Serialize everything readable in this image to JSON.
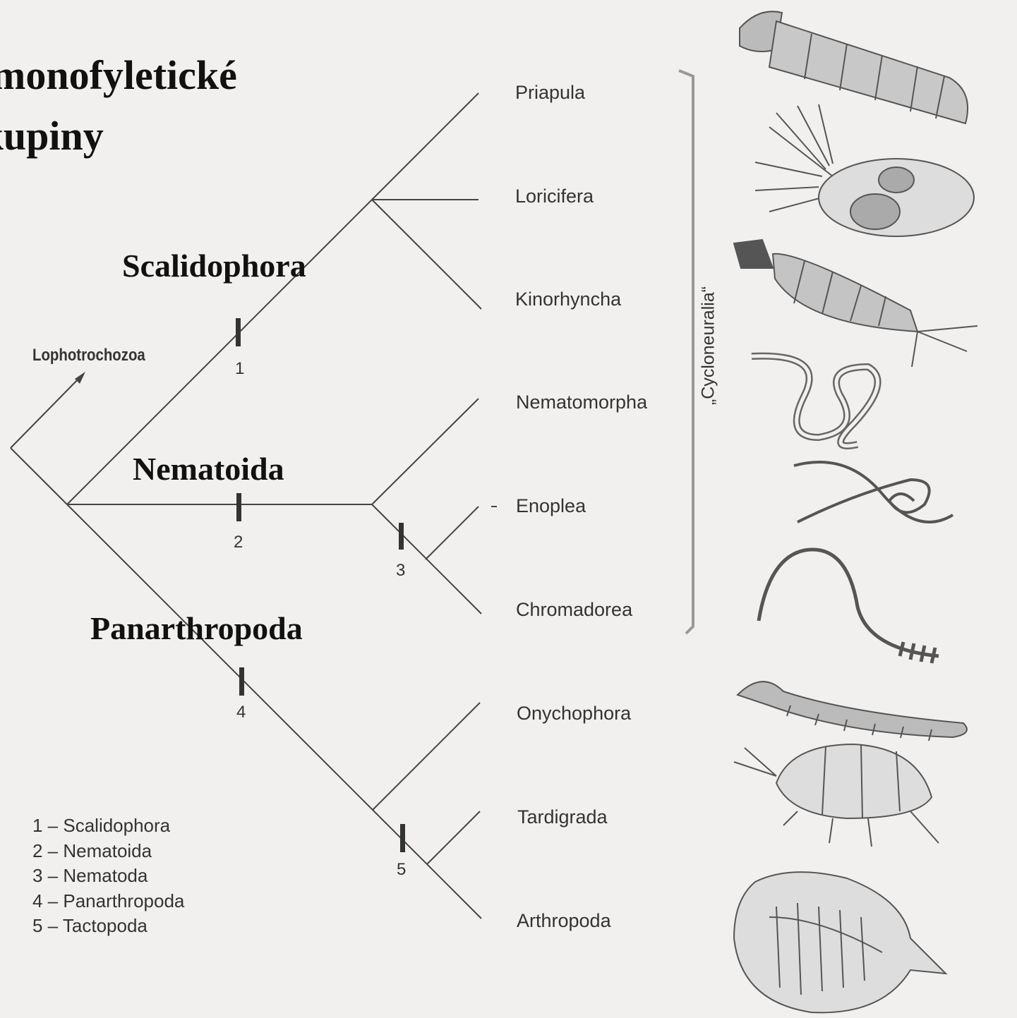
{
  "title": {
    "line1": "monofyletické",
    "line2": "skupiny"
  },
  "outgroup": "Lophotrochozoa",
  "groups": {
    "scalidophora": "Scalidophora",
    "nematoida": "Nematoida",
    "panarthropoda": "Panarthropoda"
  },
  "taxa": [
    "Priapula",
    "Loricifera",
    "Kinorhyncha",
    "Nematomorpha",
    "Enoplea",
    "Chromadorea",
    "Onychophora",
    "Tardigrada",
    "Arthropoda"
  ],
  "bracket_label": "„Cycloneuralia“",
  "node_numbers": [
    "1",
    "2",
    "3",
    "4",
    "5"
  ],
  "legend": [
    "1 – Scalidophora",
    "2 – Nematoida",
    "3 – Nematoda",
    "4 – Panarthropoda",
    "5 – Tactopoda"
  ],
  "illustrations": [
    "priapulid",
    "loriciferan",
    "kinorhynch",
    "nematomorph",
    "enoplean",
    "chromadorean",
    "onychophoran",
    "tardigrade",
    "arthropod"
  ]
}
